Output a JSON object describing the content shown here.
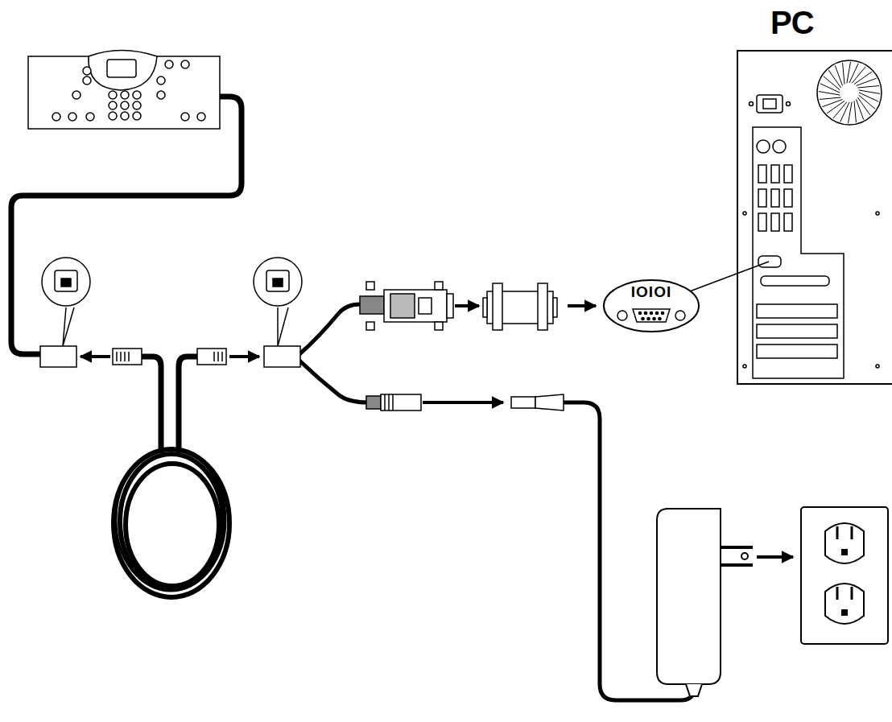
{
  "diagram": {
    "nodes": [
      {
        "text": [
          "PC"
        ]
      },
      {
        "text": [
          "IOIOI"
        ]
      }
    ],
    "edges": [
      {
        "from": 1,
        "to": 0,
        "arrow": "none"
      }
    ]
  }
}
